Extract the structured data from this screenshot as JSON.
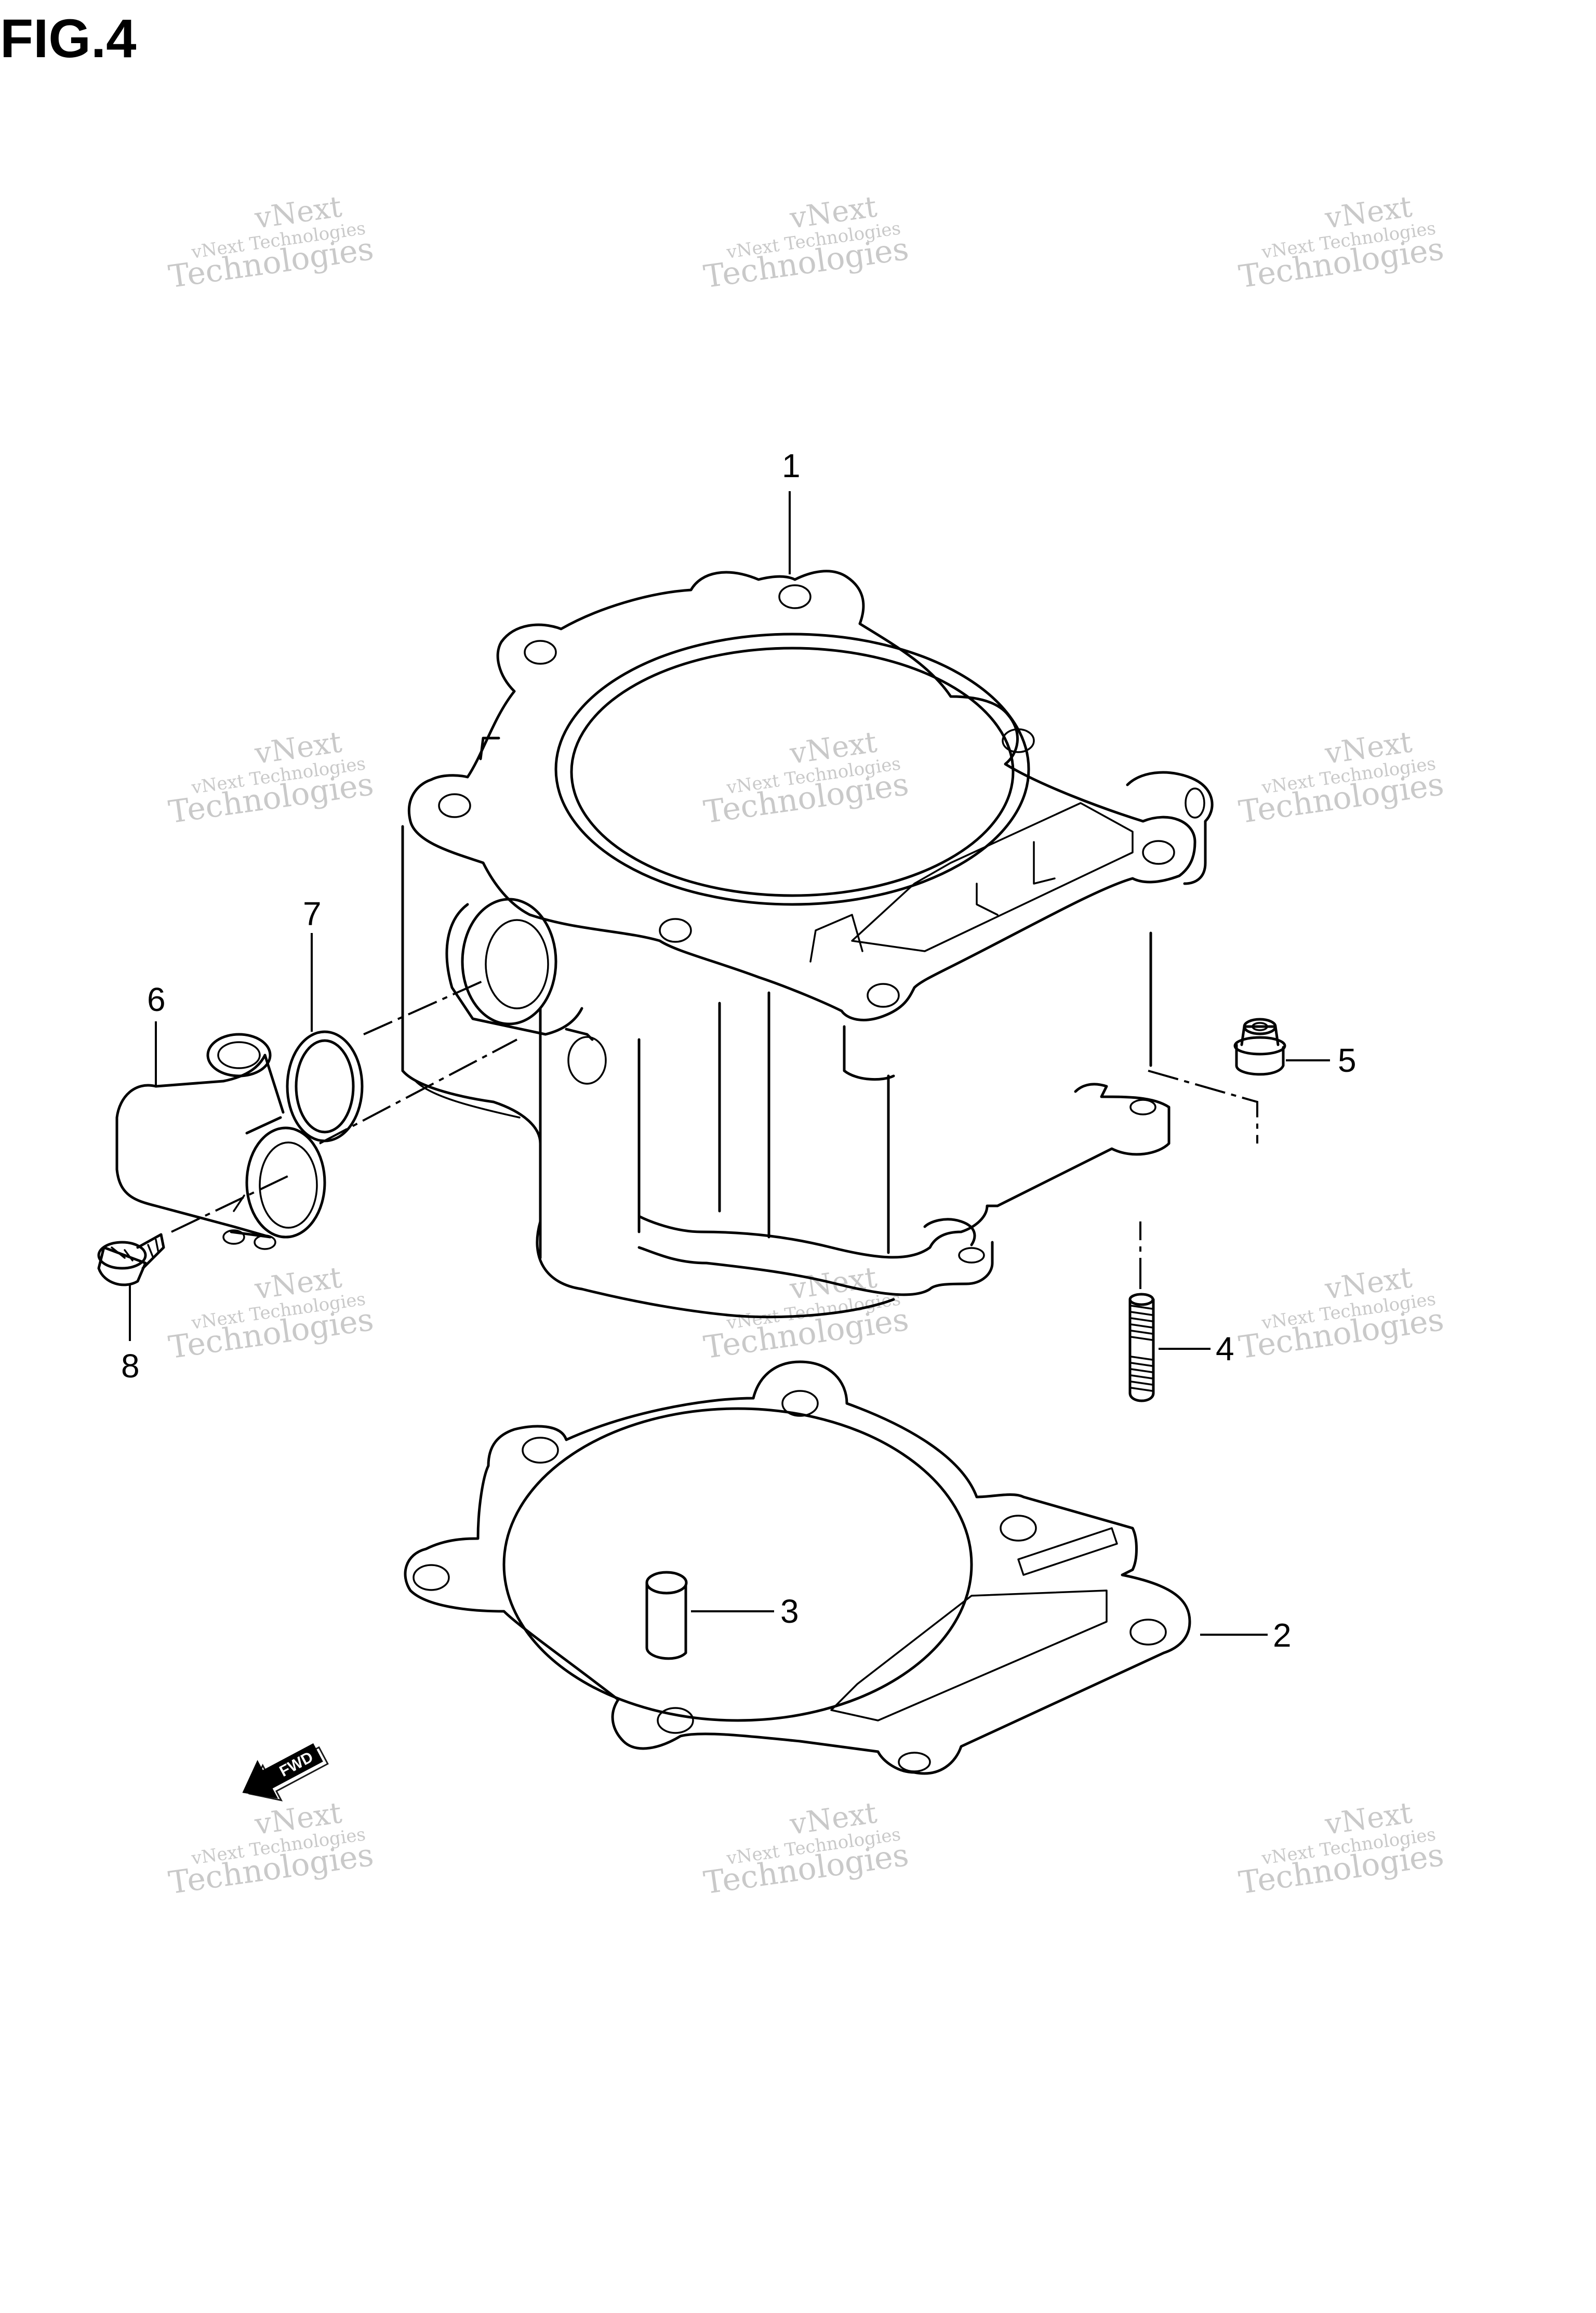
{
  "figure": {
    "title": "FIG.4"
  },
  "callouts": [
    {
      "id": "1",
      "label": "1"
    },
    {
      "id": "2",
      "label": "2"
    },
    {
      "id": "3",
      "label": "3"
    },
    {
      "id": "4",
      "label": "4"
    },
    {
      "id": "5",
      "label": "5"
    },
    {
      "id": "6",
      "label": "6"
    },
    {
      "id": "7",
      "label": "7"
    },
    {
      "id": "8",
      "label": "8"
    }
  ],
  "direction_marker": {
    "label": "FWD",
    "icon": "fwd-arrow-icon"
  },
  "watermark": {
    "line1": "vNext Technologies",
    "line2": "vNext",
    "line3": "Technologies"
  }
}
